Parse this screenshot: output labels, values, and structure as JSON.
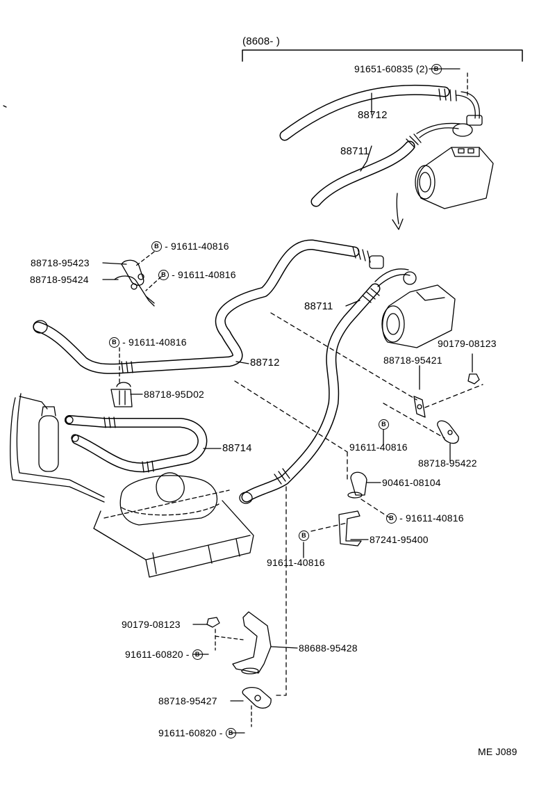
{
  "header": {
    "range": "(8608-       )"
  },
  "bolt_mark": "B",
  "labels": {
    "p91651_60835": "91651-60835 (2)",
    "p88712_top": "88712",
    "p88711_top": "88711",
    "p88718_95423": "88718-95423",
    "p88718_95424": "88718-95424",
    "p91611_40816_a": "91611-40816",
    "p91611_40816_b": "91611-40816",
    "p91611_40816_c": "91611-40816",
    "p88711_mid": "88711",
    "p90179_08123_a": "90179-08123",
    "p88718_95421": "88718-95421",
    "p88712_mid": "88712",
    "p88718_95D02": "88718-95D02",
    "p91611_40816_d": "91611-40816",
    "p88714": "88714",
    "p88718_95422": "88718-95422",
    "p90461_08104": "90461-08104",
    "p91611_40816_e": "91611-40816",
    "p87241_95400": "87241-95400",
    "p91611_40816_f": "91611-40816",
    "p90179_08123_b": "90179-08123",
    "p88688_95428": "88688-95428",
    "p91611_60820_a": "91611-60820",
    "p88718_95427": "88718-95427",
    "p91611_60820_b": "91611-60820"
  },
  "footer": {
    "code": "ME J089"
  }
}
